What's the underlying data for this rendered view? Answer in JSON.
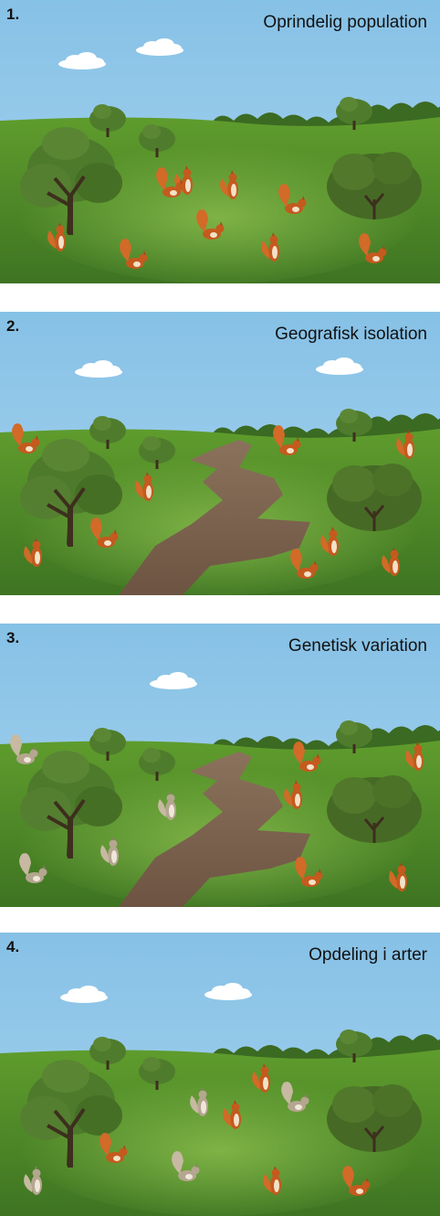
{
  "panels": [
    {
      "number": "1.",
      "title": "Oprindelig population"
    },
    {
      "number": "2.",
      "title": "Geografisk isolation"
    },
    {
      "number": "3.",
      "title": "Genetisk variation"
    },
    {
      "number": "4.",
      "title": "Opdeling i arter"
    }
  ],
  "colors": {
    "sky": "#8ec7e8",
    "grass": "#5e9a2f",
    "grass_dark": "#3f7423",
    "tree": "#4f7a2e",
    "bush": "#4a6d28",
    "canyon": "#7d6551",
    "red_squirrel": "#c55a1e",
    "grey_squirrel": "#b5a690"
  }
}
